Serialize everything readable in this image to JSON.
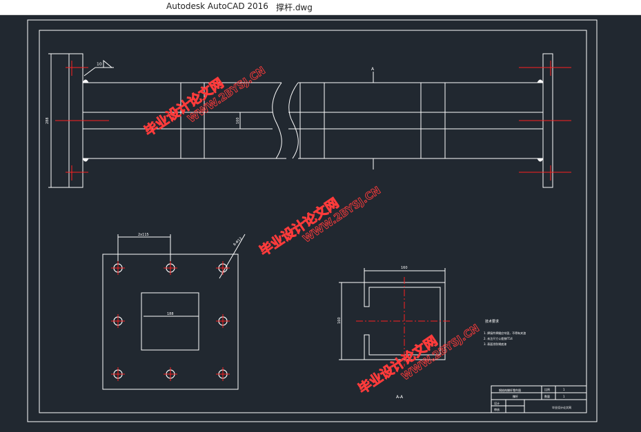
{
  "window": {
    "app_title": "Autodesk AutoCAD 2016",
    "doc_title": "撑杆.dwg"
  },
  "drawing": {
    "weld_symbol_label": "10",
    "section_mark": "A",
    "section_caption": "A-A",
    "dimensions": {
      "elevation_height": "288",
      "elevation_inner": "160",
      "plate_hole_spacing": "2x115",
      "plate_center_width": "188",
      "hole_diameter": "8-Φ13",
      "channel_width": "160",
      "channel_height": "160"
    },
    "notes": {
      "title": "技术要求",
      "items": [
        "1. 焊接件焊缝应牢固，不得有夹渣",
        "2. 未注尺寸公差按IT14",
        "3. 表面涂防锈底漆"
      ]
    },
    "title_block": {
      "drawing_name": "撑杆",
      "design_label": "设计",
      "review_label": "审核",
      "project_name": "钢结构撑杆零件图",
      "scale_label": "比例",
      "scale_value": "1",
      "sheet_label": "数量",
      "sheet_value": "1",
      "org_name": "毕业设计论文网"
    },
    "watermarks": [
      {
        "cn": "毕业设计论文网",
        "url": "WWW.2BYSJ.CN"
      },
      {
        "cn": "毕业设计论文网",
        "url": "WWW.2BYSJ.CN"
      },
      {
        "cn": "毕业设计论文网",
        "url": "WWW.2BYSJ.CN"
      }
    ]
  }
}
